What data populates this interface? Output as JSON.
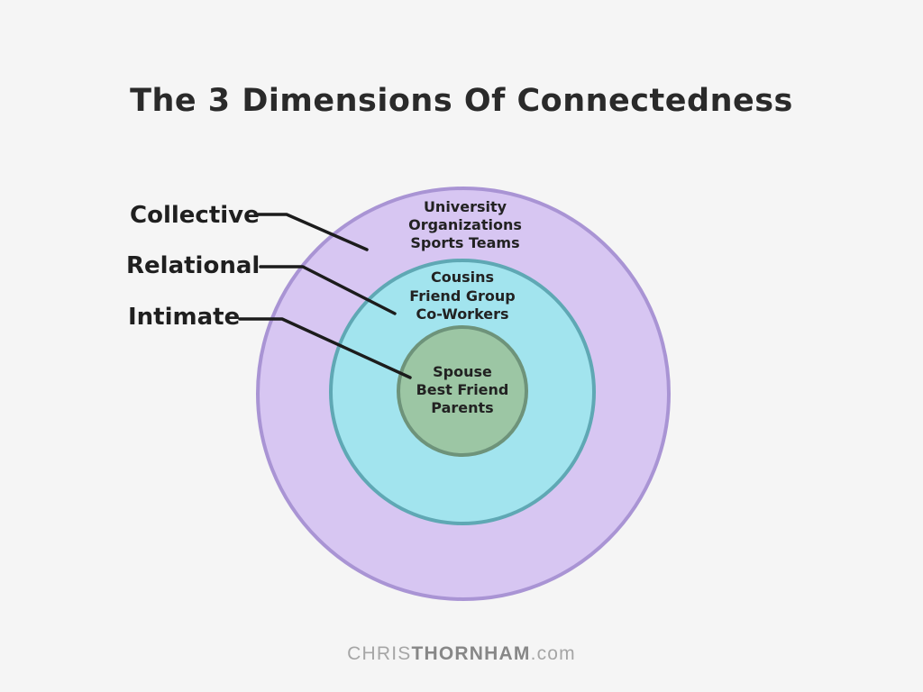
{
  "title": "The 3 Dimensions Of Connectedness",
  "colors": {
    "background": "#f5f5f5",
    "heading_text": "#2a2a2a",
    "connector_line": "#1c1c1c"
  },
  "rings": [
    {
      "label": "Collective",
      "items": [
        "University",
        "Organizations",
        "Sports Teams"
      ],
      "fill": "#d7c6f2",
      "stroke": "#a removed"
    },
    {
      "label": "Relational",
      "items": [
        "Cousins",
        "Friend Group",
        "Co-Workers"
      ],
      "fill": "#a2e4ee",
      "stroke": "#5fa8b4"
    },
    {
      "label": "Intimate",
      "items": [
        "Spouse",
        "Best Friend",
        "Parents"
      ],
      "fill": "#9cc6a4",
      "stroke": "#6e937a"
    }
  ],
  "footer": {
    "prefix": "CHRIS",
    "name": "THORNHAM",
    "suffix": ".com"
  }
}
